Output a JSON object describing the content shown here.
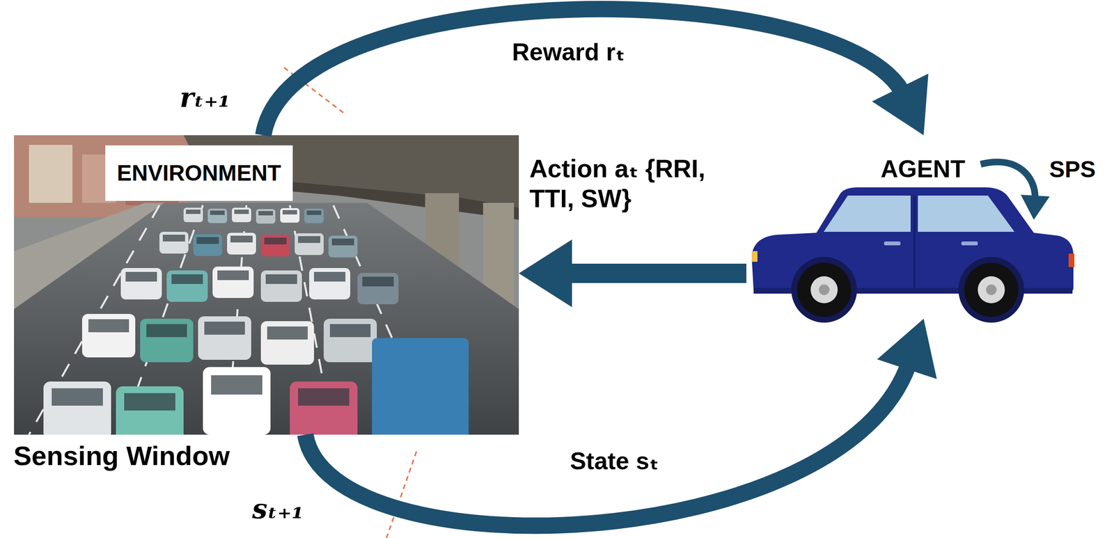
{
  "diagram": {
    "nodes": [
      {
        "text": [
          "ENVIRONMENT"
        ]
      },
      {
        "text": [
          "AGENT"
        ]
      }
    ],
    "edges": [
      {
        "from": 0,
        "to": 1,
        "arrow": "to",
        "label": "Reward rₜ"
      },
      {
        "from": 1,
        "to": 0,
        "arrow": "to",
        "label": "Action aₜ {RRI, TTI, SW}"
      },
      {
        "from": 0,
        "to": 1,
        "arrow": "to",
        "label": "State sₜ"
      },
      {
        "from": 1,
        "to": 1,
        "arrow": "to",
        "label": "SPS"
      }
    ],
    "labels": [
      "rₜ₊₁",
      "Sensing Window",
      "sₜ₊₁"
    ]
  }
}
